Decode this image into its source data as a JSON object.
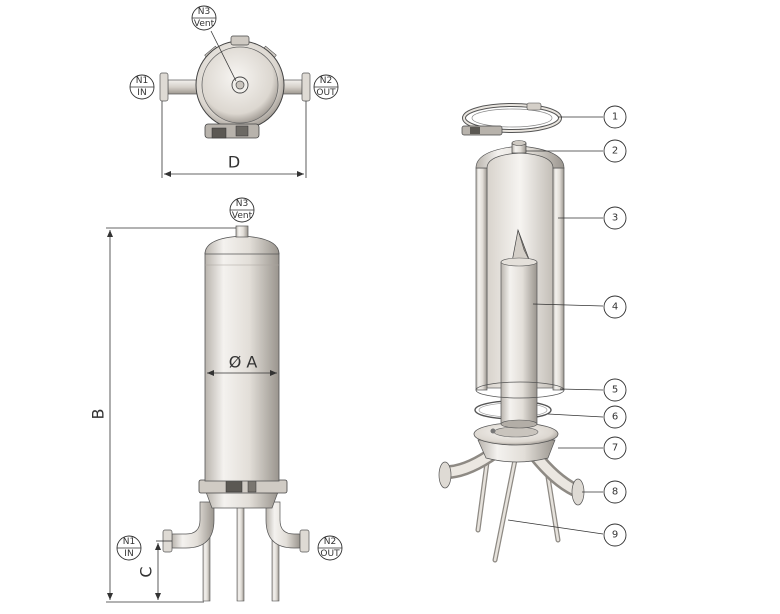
{
  "top_view": {
    "n3": {
      "code": "N3",
      "name": "Vent"
    },
    "n1": {
      "code": "N1",
      "name": "IN"
    },
    "n2": {
      "code": "N2",
      "name": "OUT"
    },
    "dim_d": "D"
  },
  "side_view": {
    "n3": {
      "code": "N3",
      "name": "Vent"
    },
    "n1": {
      "code": "N1",
      "name": "IN"
    },
    "n2": {
      "code": "N2",
      "name": "OUT"
    },
    "dim_a": "Ø A",
    "dim_b": "B",
    "dim_c": "C"
  },
  "exploded_view": {
    "callouts": [
      "1",
      "2",
      "3",
      "4",
      "5",
      "6",
      "7",
      "8",
      "9"
    ]
  },
  "colors": {
    "metal_light": "#f3f1ee",
    "metal_mid": "#d9d5cf",
    "metal_dark": "#8e8a84",
    "line": "#333333"
  }
}
